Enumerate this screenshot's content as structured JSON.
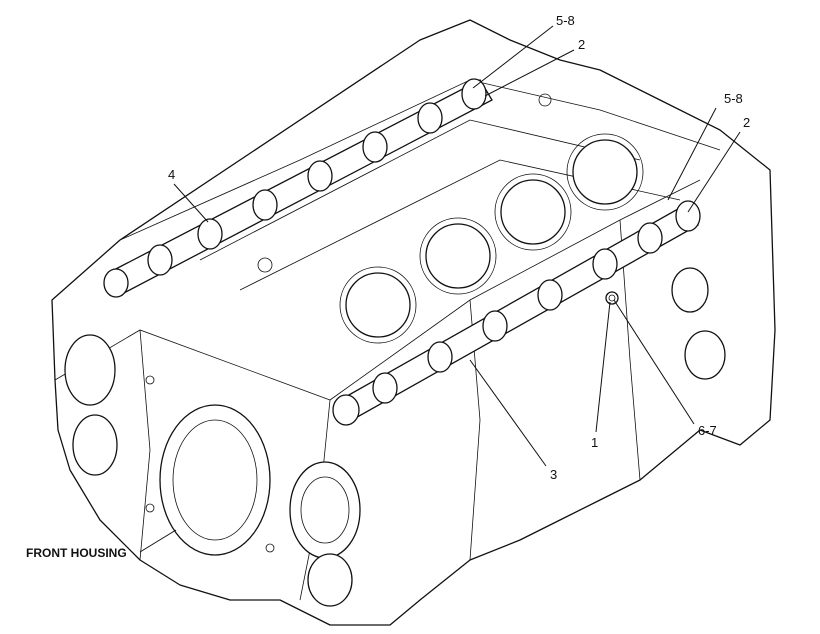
{
  "callouts": {
    "top_5_8": "5-8",
    "top_2": "2",
    "right_5_8": "5-8",
    "right_2": "2",
    "label_4": "4",
    "label_3": "3",
    "label_1": "1",
    "label_6_7": "6-7",
    "front_housing": "FRONT HOUSING"
  }
}
